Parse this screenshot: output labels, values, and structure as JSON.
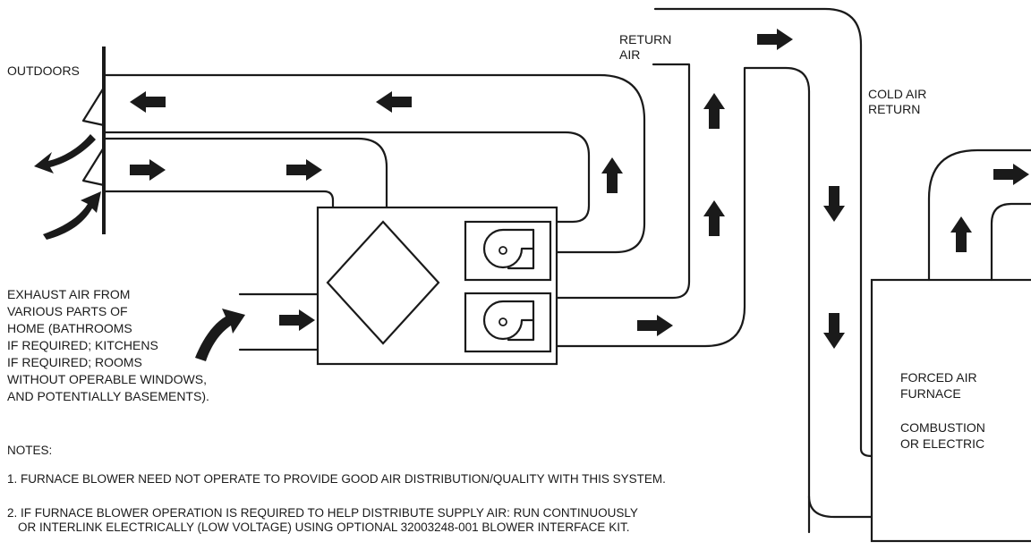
{
  "labels": {
    "outdoors": "OUTDOORS",
    "return_air": [
      "RETURN",
      "AIR"
    ],
    "cold_air_return": [
      "COLD AIR",
      "RETURN"
    ],
    "exhaust_air": [
      "EXHAUST AIR FROM",
      "VARIOUS PARTS OF",
      "HOME (BATHROOMS",
      "IF REQUIRED; KITCHENS",
      "IF REQUIRED; ROOMS",
      "WITHOUT OPERABLE WINDOWS,",
      "AND POTENTIALLY BASEMENTS)."
    ],
    "furnace": [
      "FORCED AIR",
      "FURNACE"
    ],
    "furnace_type": [
      "COMBUSTION",
      "OR ELECTRIC"
    ]
  },
  "notes": {
    "heading": "NOTES:",
    "note1": "1. FURNACE BLOWER NEED NOT OPERATE TO PROVIDE GOOD AIR DISTRIBUTION/QUALITY WITH THIS SYSTEM.",
    "note2": [
      "2. IF FURNACE BLOWER OPERATION IS REQUIRED TO HELP DISTRIBUTE SUPPLY AIR:  RUN CONTINUOUSLY",
      "OR INTERLINK ELECTRICALLY (LOW VOLTAGE) USING OPTIONAL 32003248-001 BLOWER INTERFACE KIT."
    ]
  }
}
